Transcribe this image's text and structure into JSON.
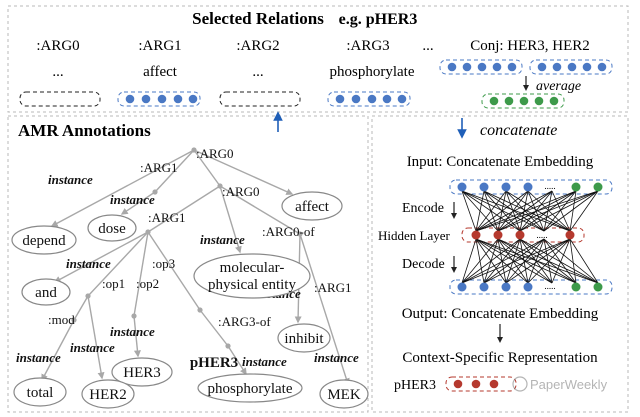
{
  "top": {
    "title": "Selected Relations",
    "example": "e.g. pHER3",
    "ellipsis": "...",
    "columns": [
      {
        "role": ":ARG0",
        "value": "..."
      },
      {
        "role": ":ARG1",
        "value": "affect"
      },
      {
        "role": ":ARG2",
        "value": "..."
      },
      {
        "role": ":ARG3",
        "value": "phosphorylate"
      }
    ],
    "conj": {
      "label": "Conj: HER3, HER2",
      "average": "average"
    }
  },
  "amr": {
    "title": "AMR Annotations",
    "nodes": {
      "depend": "depend",
      "dose": "dose",
      "affect": "affect",
      "and": "and",
      "molecular": "molecular-",
      "physical": "physical entity",
      "inhibit": "inhibit",
      "her3": "HER3",
      "pher3": "pHER3",
      "phosphorylate": "phosphorylate",
      "total": "total",
      "her2": "HER2",
      "mek": "MEK"
    },
    "edges": {
      "arg0_root": ":ARG0",
      "arg1_a": ":ARG1",
      "instance_1": "instance",
      "instance_2": "instance",
      "arg0_b": ":ARG0",
      "arg1_b": ":ARG1",
      "instance_3": "instance",
      "arg0of": ":ARG0-of",
      "instance_4": "instance",
      "op3": ":op3",
      "instance_5": "instance",
      "op1": ":op1",
      "op2": ":op2",
      "arg1_c": ":ARG1",
      "mod": ":mod",
      "instance_6": "instance",
      "arg3of": ":ARG3-of",
      "instance_7": "instance",
      "instance_8": "instance",
      "instance_9": "instance",
      "instance_10": "instance"
    }
  },
  "right": {
    "concat_label": "concatenate",
    "input_label": "Input: Concatenate Embedding",
    "encode": "Encode",
    "hidden": "Hidden Layer",
    "decode": "Decode",
    "output_label": "Output: Concatenate Embedding",
    "context_label": "Context-Specific Representation",
    "pher3": "pHER3",
    "watermark": "PaperWeekly",
    "dots": "....."
  },
  "colors": {
    "blue": "#4a78c4",
    "green": "#3d9a4a",
    "red": "#b5392e",
    "arrow": "#1f5fb8",
    "edge": "#a8a8a8"
  }
}
